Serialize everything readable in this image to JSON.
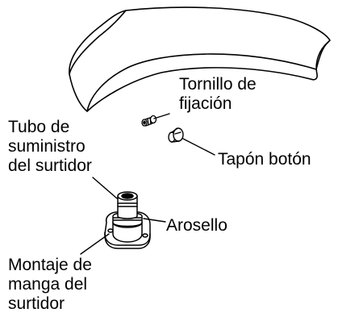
{
  "labels": {
    "tornillo": [
      "Tornillo de",
      "fijación"
    ],
    "tapon": [
      "Tapón botón"
    ],
    "tubo": [
      "Tubo de",
      "suministro",
      "del surtidor"
    ],
    "arosello": [
      "Arosello"
    ],
    "montaje": [
      "Montaje de",
      "manga del",
      "surtidor"
    ]
  },
  "colors": {
    "line": "#000000",
    "background": "#ffffff"
  }
}
